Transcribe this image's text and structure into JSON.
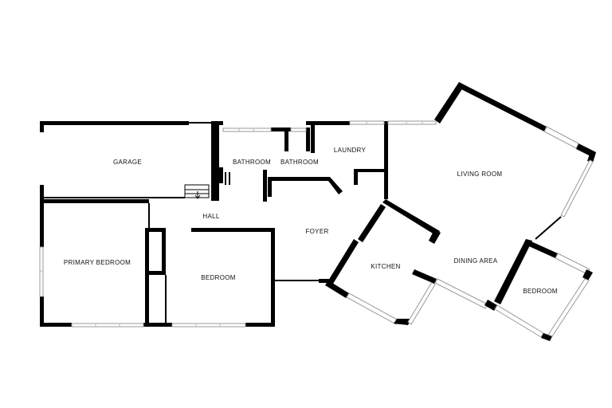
{
  "rooms": {
    "garage": "GARAGE",
    "bathroom_1": "BATHROOM",
    "bathroom_2": "BATHROOM",
    "laundry": "LAUNDRY",
    "living_room": "LIVING ROOM",
    "hall": "HALL",
    "foyer": "FOYER",
    "primary_bedroom": "PRIMARY BEDROOM",
    "bedroom_1": "BEDROOM",
    "kitchen": "KITCHEN",
    "dining_area": "DINING AREA",
    "bedroom_2": "BEDROOM"
  },
  "colors": {
    "wall": "#000000",
    "window": "#9a9a9a",
    "background": "#ffffff"
  }
}
